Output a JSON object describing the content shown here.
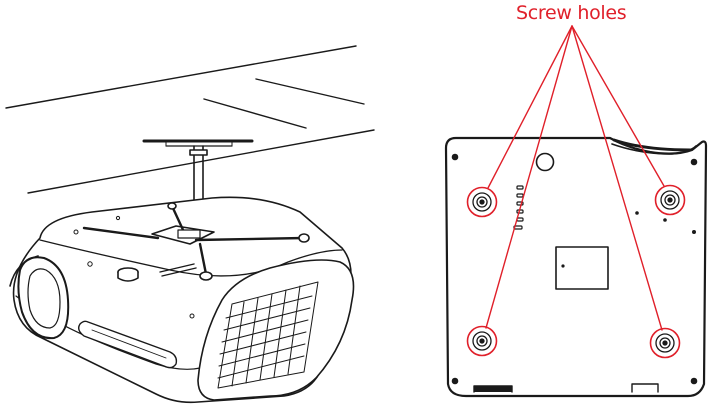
{
  "callout": {
    "label": "Screw holes",
    "color": "#e0202a"
  },
  "illustration": {
    "left_view": "projector-ceiling-mount",
    "right_view": "projector-bottom-view",
    "screw_hole_count": 4
  }
}
